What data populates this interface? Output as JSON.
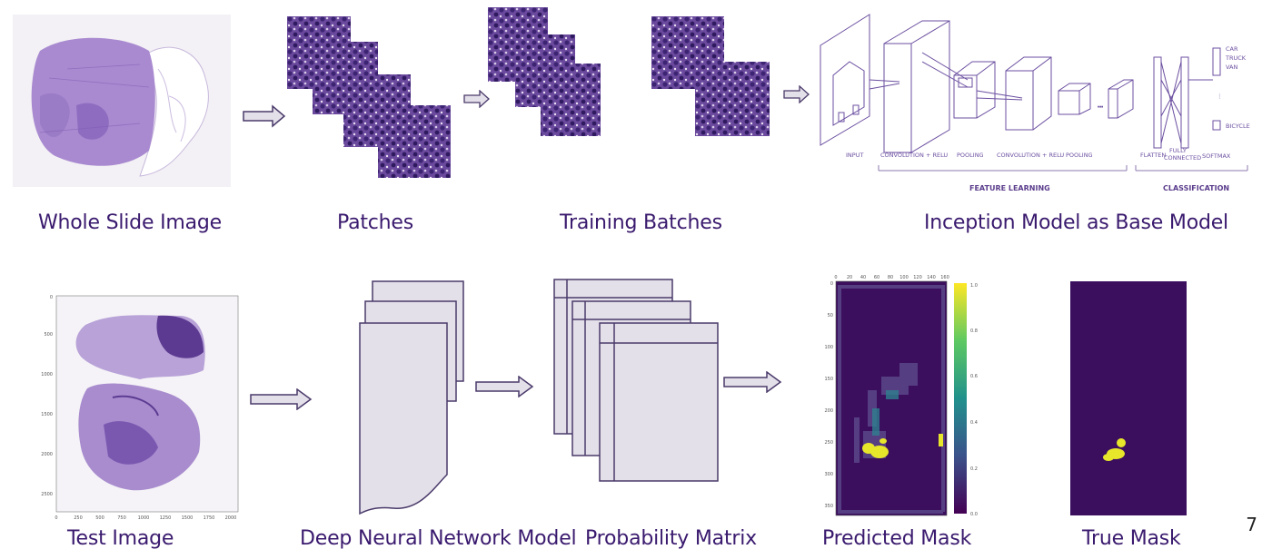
{
  "captions": {
    "wsi": "Whole Slide Image",
    "patches": "Patches",
    "batches": "Training  Batches",
    "inception": "Inception Model as Base Model",
    "test": "Test Image",
    "dnn": "Deep Neural Network Model",
    "prob": "Probability Matrix",
    "pred": "Predicted Mask",
    "true": "True Mask"
  },
  "slide_number": "7",
  "cnn": {
    "input": "INPUT",
    "conv1": "CONVOLUTION + RELU",
    "pool1": "POOLING",
    "conv2": "CONVOLUTION + RELU",
    "pool2": "POOLING",
    "flatten": "FLATTEN",
    "fc": "FULLY",
    "fc2": "CONNECTED",
    "softmax": "SOFTMAX",
    "feature_learning": "FEATURE LEARNING",
    "classification": "CLASSIFICATION",
    "out_car": "CAR",
    "out_truck": "TRUCK",
    "out_van": "VAN",
    "out_bicycle": "BICYCLE"
  },
  "test_image_axes": {
    "y_ticks": [
      "0",
      "500",
      "1000",
      "1500",
      "2000",
      "2500"
    ],
    "x_ticks": [
      "0",
      "250",
      "500",
      "750",
      "1000",
      "1250",
      "1500",
      "1750",
      "2000"
    ]
  },
  "pred_axes": {
    "x_ticks": [
      "0",
      "20",
      "40",
      "60",
      "80",
      "100",
      "120",
      "140",
      "160"
    ],
    "y_ticks": [
      "0",
      "50",
      "100",
      "150",
      "200",
      "250",
      "300",
      "350"
    ],
    "colorbar_ticks": [
      "1.0",
      "0.8",
      "0.6",
      "0.4",
      "0.2",
      "0.0"
    ]
  },
  "colors": {
    "caption": "#3a1a6e",
    "tissue": "#8e6cc0",
    "arrow_fill": "#e4e0ea",
    "arrow_stroke": "#4a3a6a",
    "mask_bg": "#3b0f5e",
    "mask_yellow": "#e8e62a"
  }
}
